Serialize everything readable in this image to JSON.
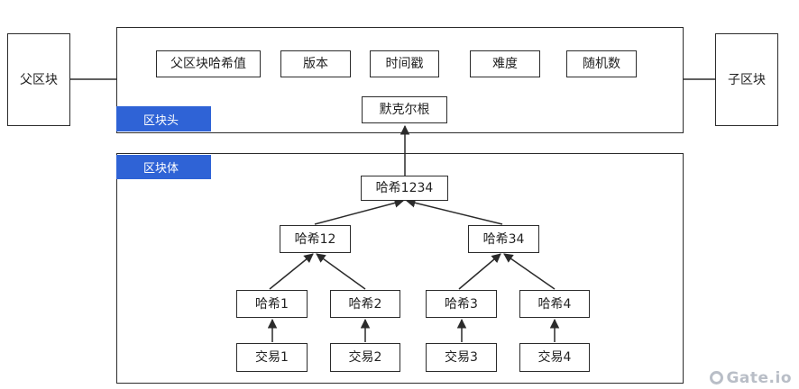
{
  "parent_block": "父区块",
  "child_block": "子区块",
  "header": {
    "tag": "区块头",
    "fields": [
      "父区块哈希值",
      "版本",
      "时间戳",
      "难度",
      "随机数"
    ],
    "merkle_root": "默克尔根"
  },
  "body": {
    "tag": "区块体",
    "hash_root": "哈希1234",
    "hash_12": "哈希12",
    "hash_34": "哈希34",
    "hashes": [
      "哈希1",
      "哈希2",
      "哈希3",
      "哈希4"
    ],
    "transactions": [
      "交易1",
      "交易2",
      "交易3",
      "交易4"
    ]
  },
  "watermark": "Gate.io",
  "colors": {
    "tag_blue": "#2f63d6",
    "line": "#2b2b2b"
  }
}
